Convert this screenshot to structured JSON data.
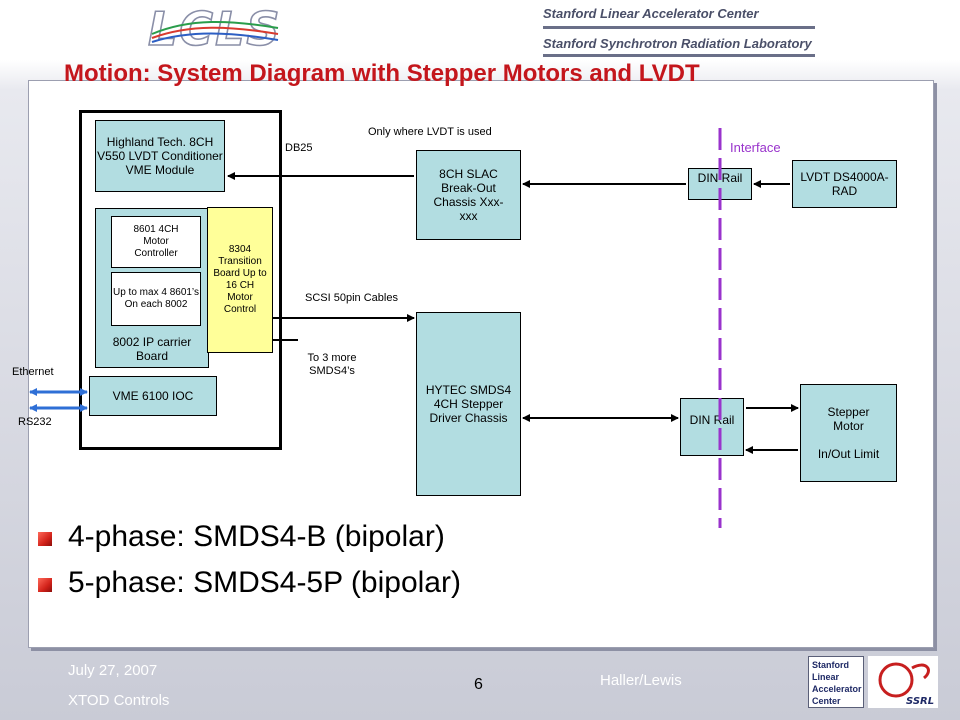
{
  "header": {
    "logo_text": "LCLS",
    "org1": "Stanford Linear Accelerator Center",
    "org2": "Stanford Synchrotron Radiation Laboratory"
  },
  "title": "Motion: System Diagram with Stepper Motors and LVDT",
  "diagram": {
    "highland_box": "Highland Tech. 8CH V550 LVDT Conditioner VME Module",
    "motor_ctrl_box": "8601 4CH Motor Controller",
    "max_box": "Up to max 4 8601’s On each 8002",
    "carrier_label": "8002 IP carrier Board",
    "transition_box": "8304 Transition Board Up to 16 CH Motor Control",
    "ioc_box": "VME 6100 IOC",
    "breakout_box": "8CH SLAC Break-Out Chassis Xxx-xxx",
    "hytec_box": "HYTEC SMDS4 4CH Stepper Driver Chassis",
    "din_rail_top": "DIN Rail",
    "din_rail_bottom": "DIN Rail",
    "lvdt_box": "LVDT DS4000A-RAD",
    "stepper_box_line1": "Stepper Motor",
    "stepper_box_line2": "In/Out Limit",
    "label_db25": "DB25",
    "label_only_lvdt": "Only where LVDT is used",
    "label_scsi": "SCSI 50pin Cables",
    "label_to3more": "To 3 more SMDS4’s",
    "label_ethernet": "Ethernet",
    "label_rs232": "RS232",
    "label_interface": "Interface",
    "colors": {
      "box_fill": "#b2dde1",
      "yellow": "#ffff99",
      "interface": "#9933cc",
      "blue_arrow": "#2f6fd6"
    }
  },
  "bullets": [
    "4-phase: SMDS4-B (bipolar)",
    "5-phase: SMDS4-5P (bipolar)"
  ],
  "footer": {
    "date": "July 27, 2007",
    "dept": "XTOD Controls",
    "page": "6",
    "authors": "Haller/Lewis",
    "slac_logo_text": "Stanford Linear Accelerator Center",
    "ssrl_logo_text": "SSRL"
  }
}
